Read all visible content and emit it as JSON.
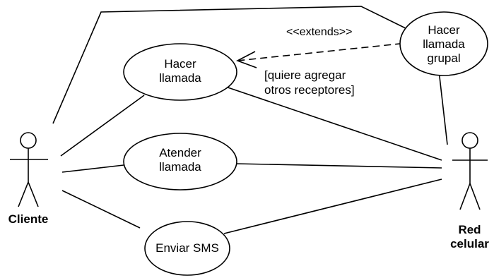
{
  "actors": {
    "cliente": "Cliente",
    "red_line1": "Red",
    "red_line2": "celular"
  },
  "use_cases": {
    "hacer_llamada": [
      "Hacer",
      "llamada"
    ],
    "atender_llamada": [
      "Atender",
      "llamada"
    ],
    "enviar_sms": "Enviar SMS",
    "hacer_llamada_grupal": [
      "Hacer",
      "llamada",
      "grupal"
    ]
  },
  "relations": {
    "extends_stereotype": "<<extends>>",
    "condition_line1": "[quiere agregar",
    "condition_line2": "otros receptores]"
  }
}
